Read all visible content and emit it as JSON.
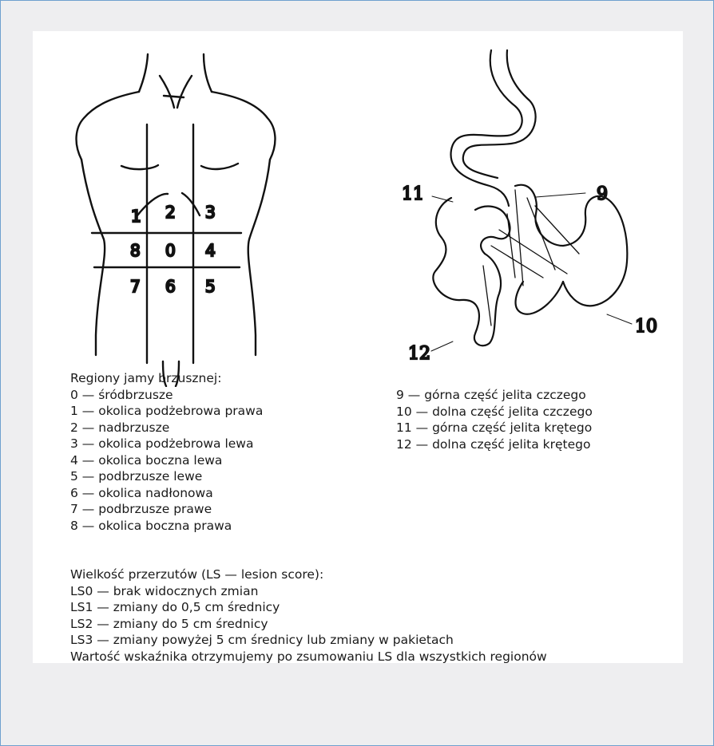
{
  "torso_regions": [
    "0",
    "1",
    "2",
    "3",
    "4",
    "5",
    "6",
    "7",
    "8"
  ],
  "intestine_labels": [
    "9",
    "10",
    "11",
    "12"
  ],
  "regions": {
    "title": "Regiony jamy brzusznej:",
    "items": [
      "0 — śródbrzusze",
      "1 — okolica podżebrowa prawa",
      "2 — nadbrzusze",
      "3 — okolica podżebrowa lewa",
      "4 — okolica boczna lewa",
      "5 — podbrzusze lewe",
      "6 — okolica nadłonowa",
      "7 — podbrzusze prawe",
      "8 — okolica boczna prawa"
    ]
  },
  "intestine": {
    "items": [
      "9 — górna część jelita czczego",
      "10 — dolna część jelita czczego",
      "11 — górna część jelita krętego",
      "12 — dolna część jelita krętego"
    ]
  },
  "lesion_score": {
    "title": "Wielkość przerzutów (LS — lesion score):",
    "items": [
      "LS0 — brak widocznych zmian",
      "LS1 — zmiany do 0,5 cm średnicy",
      "LS2 — zmiany do 5 cm średnicy",
      "LS3 — zmiany powyżej 5 cm średnicy lub zmiany w pakietach"
    ]
  },
  "note": "Wartość wskaźnika otrzymujemy po zsumowaniu LS dla wszystkich regionów"
}
